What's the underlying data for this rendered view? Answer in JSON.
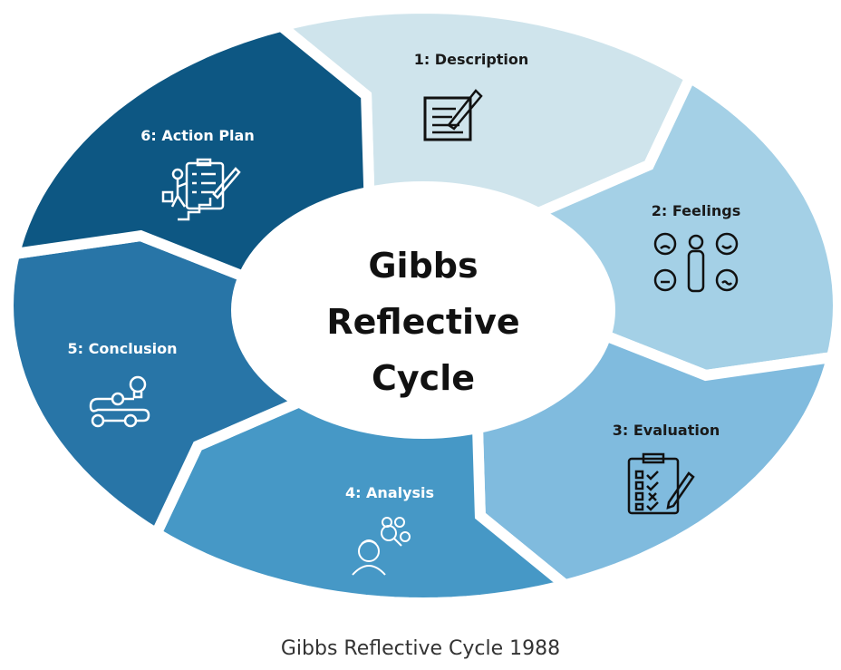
{
  "title": [
    "Gibbs",
    "Reflective",
    "Cycle"
  ],
  "caption": "Gibbs Reflective Cycle 1988",
  "stages": [
    {
      "label": "1: Description",
      "icon": "document-pencil-icon",
      "color": "#cfe4ec"
    },
    {
      "label": "2: Feelings",
      "icon": "person-emotions-icon",
      "color": "#a4d0e6"
    },
    {
      "label": "3: Evaluation",
      "icon": "clipboard-checklist-icon",
      "color": "#80bbde"
    },
    {
      "label": "4: Analysis",
      "icon": "person-magnifier-icon",
      "color": "#4698c6"
    },
    {
      "label": "5: Conclusion",
      "icon": "lightbulb-path-icon",
      "color": "#2875a7"
    },
    {
      "label": "6: Action Plan",
      "icon": "stairs-checklist-icon",
      "color": "#0d5783"
    }
  ]
}
